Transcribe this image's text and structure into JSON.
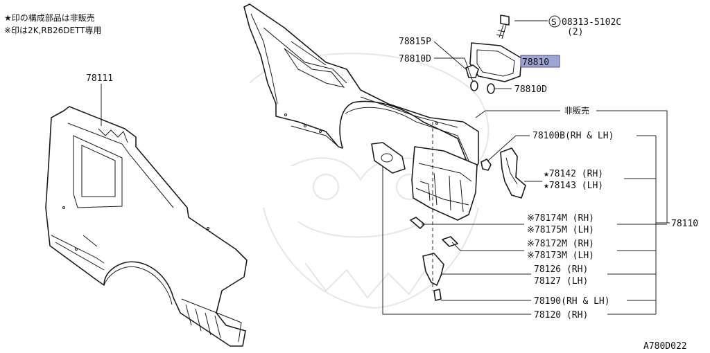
{
  "notes": {
    "line1": "★印の構成部品は非販売",
    "line2": "※印は2K,RB26DETT専用"
  },
  "diagram_code": "A780D022",
  "labels": {
    "p78111": "78111",
    "p08313": "08313-5102C",
    "p08313_qty": "(2)",
    "p78815P": "78815P",
    "p78810D_top": "78810D",
    "p78810": "78810",
    "p78810D_bottom": "78810D",
    "hihanbai": "非販売",
    "p78100B": "78100B(RH & LH)",
    "p78142": "★78142 (RH)",
    "p78143": "★78143 (LH)",
    "p78110": "78110",
    "p78174M": "※78174M (RH)",
    "p78175M": "※78175M (LH)",
    "p78172M": "※78172M (RH)",
    "p78173M": "※78173M (LH)",
    "p78126": "78126 (RH)",
    "p78127": "78127 (LH)",
    "p78190": "78190(RH & LH)",
    "p78120": "78120 (RH)",
    "screw_prefix": "S"
  },
  "colors": {
    "highlight": "#9ea5d6",
    "ink": "#111111",
    "watermark": "#e6e6e6"
  }
}
